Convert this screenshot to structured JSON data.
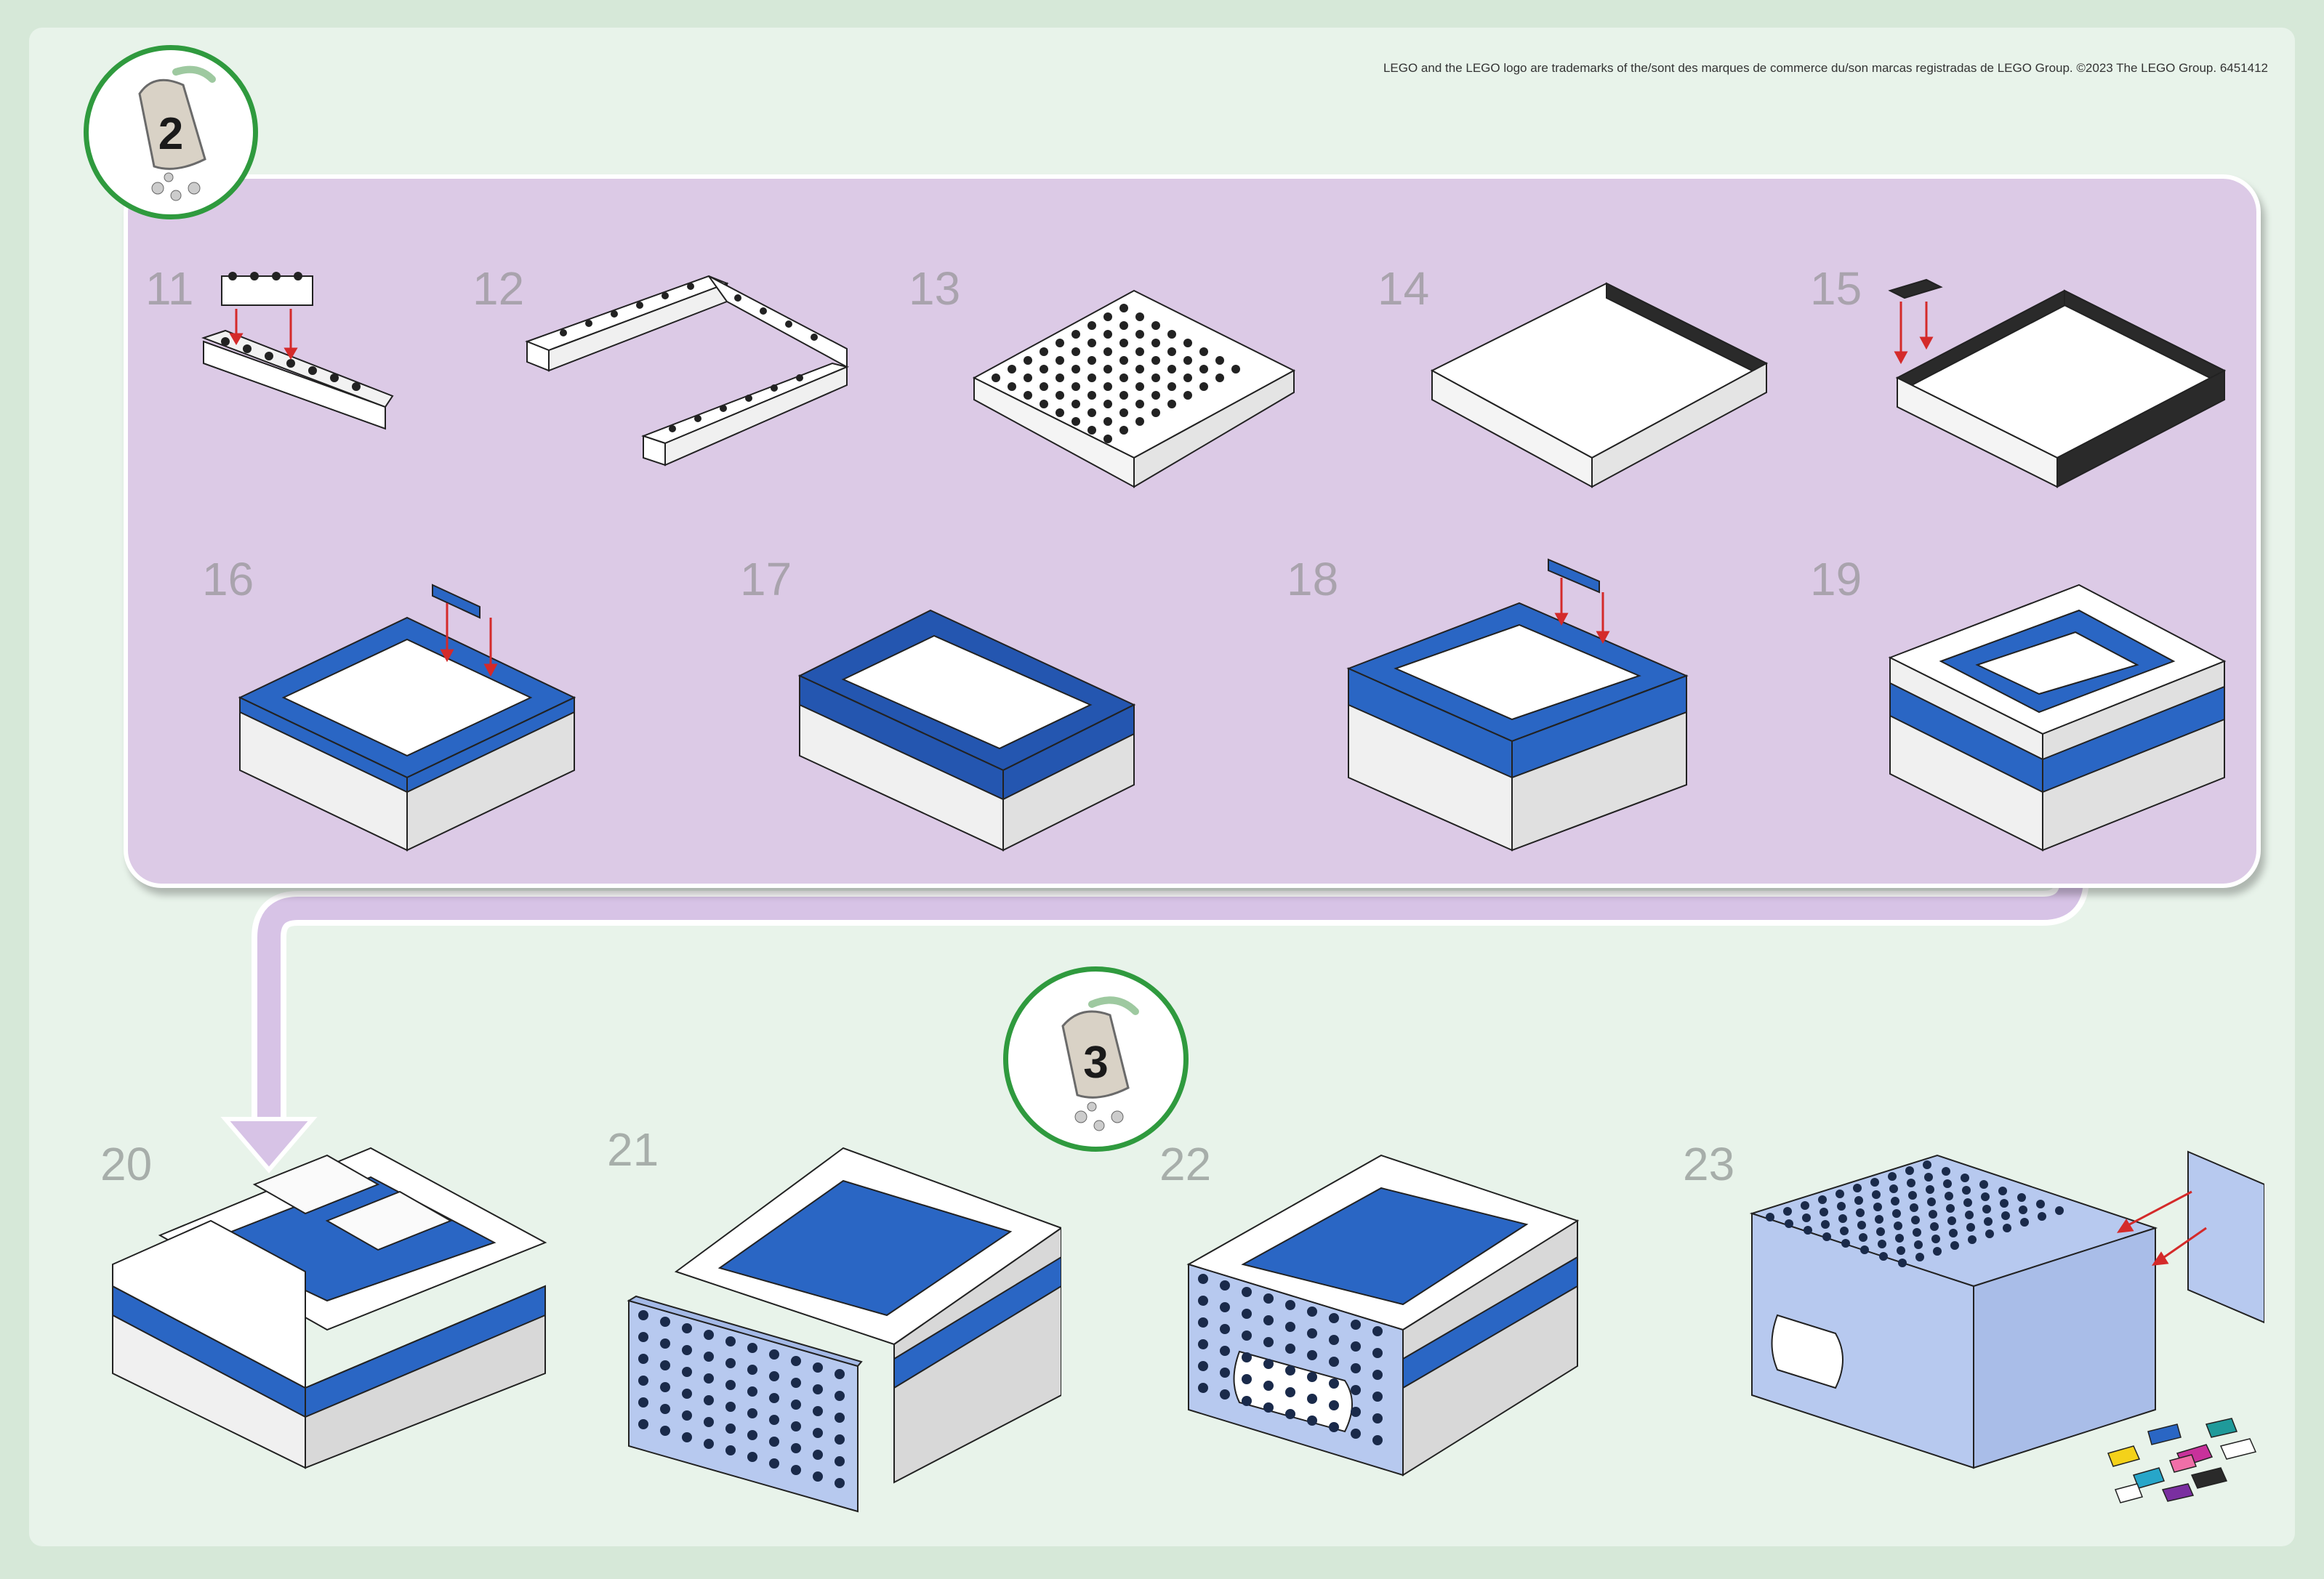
{
  "legal_notice": "LEGO and the LEGO logo are trademarks of the/sont des marques de commerce du/son marcas registradas de LEGO Group. ©2023 The LEGO Group. 6451412",
  "bags": [
    {
      "label": "2"
    },
    {
      "label": "3"
    }
  ],
  "steps": [
    "11",
    "12",
    "13",
    "14",
    "15",
    "16",
    "17",
    "18",
    "19",
    "20",
    "21",
    "22",
    "23"
  ],
  "colors": {
    "panel_bg": "#dccae6",
    "sheet_bg": "#e8f3ea",
    "brick_white": "#ffffff",
    "brick_black": "#2a2a2a",
    "brick_blue": "#2a66c4",
    "brick_lightblue": "#b7c9ef",
    "arrow_red": "#d42a2a",
    "bag_ring": "#2f9a3e",
    "flow_arrow": "#d7c3e6"
  },
  "icons": [
    "bag-icon",
    "red-arrow-icon",
    "flow-arrow-icon"
  ]
}
